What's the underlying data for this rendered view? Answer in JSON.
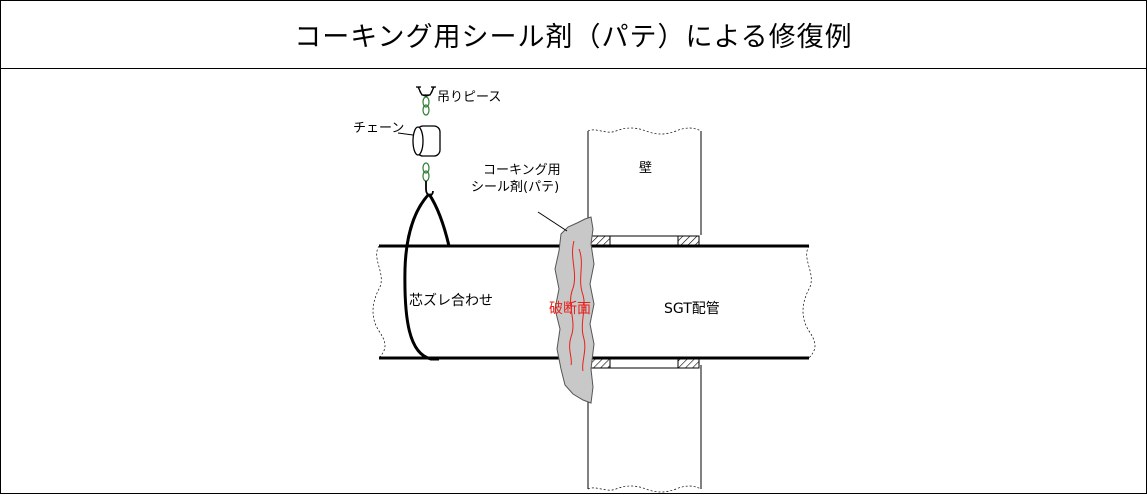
{
  "title": "コーキング用シール剤（パテ）による修復例",
  "labels": {
    "lifting_piece": "吊りピース",
    "chain": "チェーン",
    "wall": "壁",
    "caulking_line1": "コーキング用",
    "caulking_line2": "シール剤(パテ)",
    "misalignment": "芯ズレ合わせ",
    "fracture_surface": "破断面",
    "sgt_pipe": "SGT配管"
  },
  "colors": {
    "line": "#000000",
    "fracture": "#e8201a",
    "putty": "#c8c8c8"
  }
}
